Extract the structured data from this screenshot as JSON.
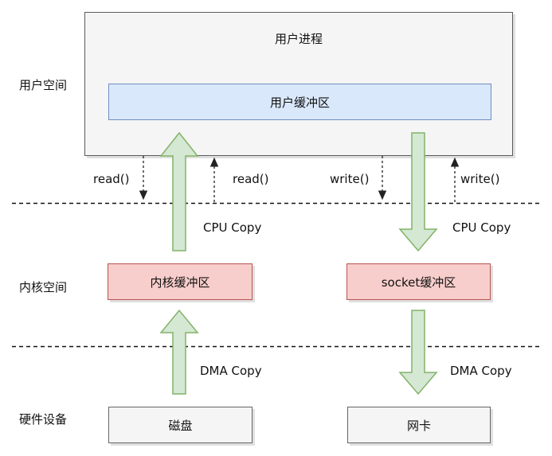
{
  "labels": {
    "user_space": "用户空间",
    "kernel_space": "内核空间",
    "hardware": "硬件设备"
  },
  "boxes": {
    "user_process": "用户进程",
    "user_buffer": "用户缓冲区",
    "kernel_buffer": "内核缓冲区",
    "socket_buffer": "socket缓冲区",
    "disk": "磁盘",
    "nic": "网卡"
  },
  "calls": {
    "read_down": "read()",
    "read_up": "read()",
    "write_down": "write()",
    "write_up": "write()"
  },
  "copies": {
    "cpu_left": "CPU Copy",
    "cpu_right": "CPU Copy",
    "dma_left": "DMA Copy",
    "dma_right": "DMA Copy"
  },
  "colors": {
    "arrow_fill": "#d5e8d4",
    "arrow_stroke": "#82b366",
    "user_buffer_fill": "#dae8fc",
    "kernel_buffer_fill": "#f8cecc"
  }
}
